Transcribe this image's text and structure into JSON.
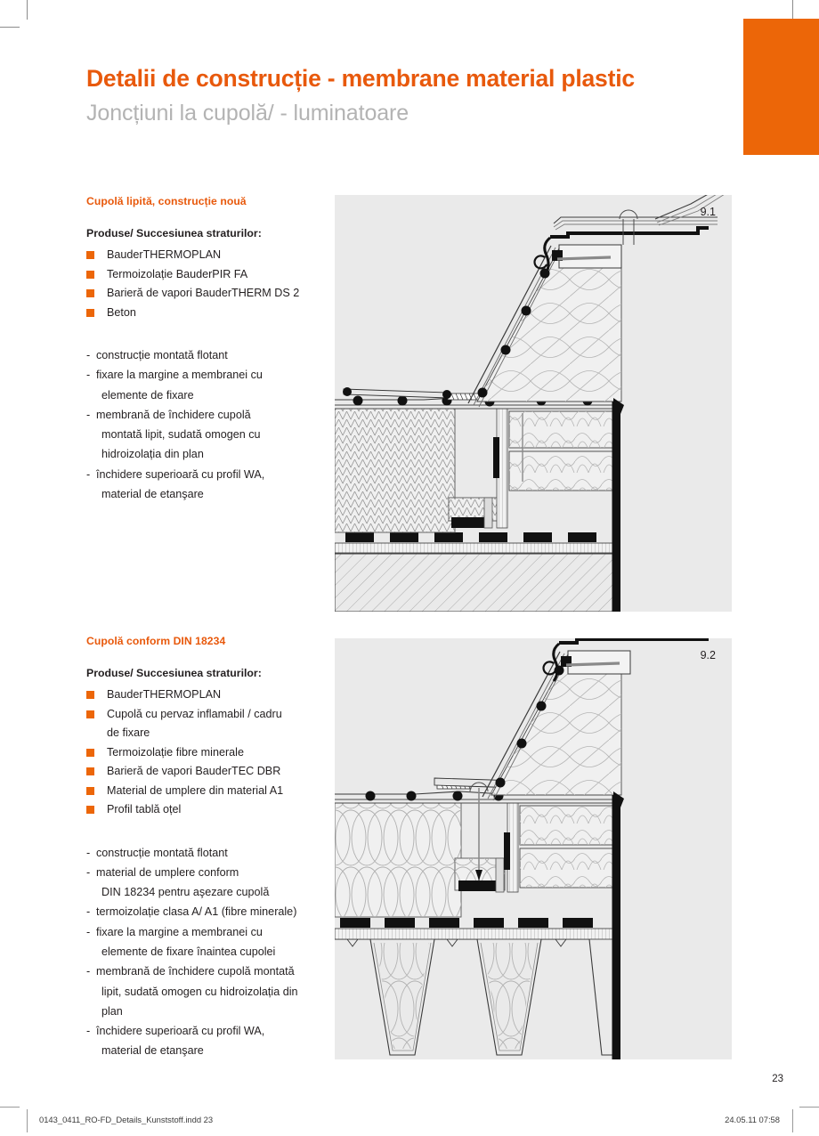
{
  "document": {
    "title": "Detalii de construcție - membrane material plastic",
    "subtitle": "Joncțiuni la cupolă/ - luminatoare",
    "page_number": "23",
    "brand_color": "#ec6608",
    "heading_color": "#e8590c",
    "subtitle_color": "#b3b3b3",
    "panel_bg_color": "#eaeaea"
  },
  "footer": {
    "folio": "23",
    "slug_filename": "0143_0411_RO-FD_Details_Kunststoff.indd   23",
    "slug_timestamp": "24.05.11   07:58"
  },
  "sections": [
    {
      "heading": "Cupolă lipită, construcție nouă",
      "products_label": "Produse/ Succesiunea straturilor:",
      "products": [
        [
          "BauderTHERMOPLAN"
        ],
        [
          "Termoizolație BauderPIR FA"
        ],
        [
          "Barieră de vapori BauderTHERM DS 2"
        ],
        [
          "Beton"
        ]
      ],
      "notes": [
        [
          "construcție montată flotant"
        ],
        [
          "fixare la margine a membranei cu",
          "elemente de fixare"
        ],
        [
          "membrană de închidere cupolă",
          "montată lipit, sudată omogen cu",
          "hidroizolația din plan"
        ],
        [
          "închidere superioară cu profil WA,",
          "material de etanşare"
        ]
      ],
      "figure_label": "9.1"
    },
    {
      "heading": "Cupolă conform DIN 18234",
      "products_label": "Produse/ Succesiunea straturilor:",
      "products": [
        [
          "BauderTHERMOPLAN"
        ],
        [
          "Cupolă cu pervaz inflamabil / cadru",
          "de fixare"
        ],
        [
          "Termoizolație fibre minerale"
        ],
        [
          "Barieră de vapori BauderTEC DBR"
        ],
        [
          "Material de umplere din material A1"
        ],
        [
          "Profil tablă oțel"
        ]
      ],
      "notes": [
        [
          "construcție montată flotant"
        ],
        [
          "material de umplere conform",
          "DIN 18234 pentru aşezare cupolă"
        ],
        [
          "termoizolație clasa A/ A1 (fibre minerale)"
        ],
        [
          "fixare la margine a membranei cu",
          "elemente de fixare înaintea cupolei"
        ],
        [
          "membrană de închidere cupolă montată",
          "lipit, sudată omogen cu hidroizolația din",
          "plan"
        ],
        [
          "închidere superioară cu profil WA,",
          "material de etanşare"
        ]
      ],
      "figure_label": "9.2"
    }
  ]
}
